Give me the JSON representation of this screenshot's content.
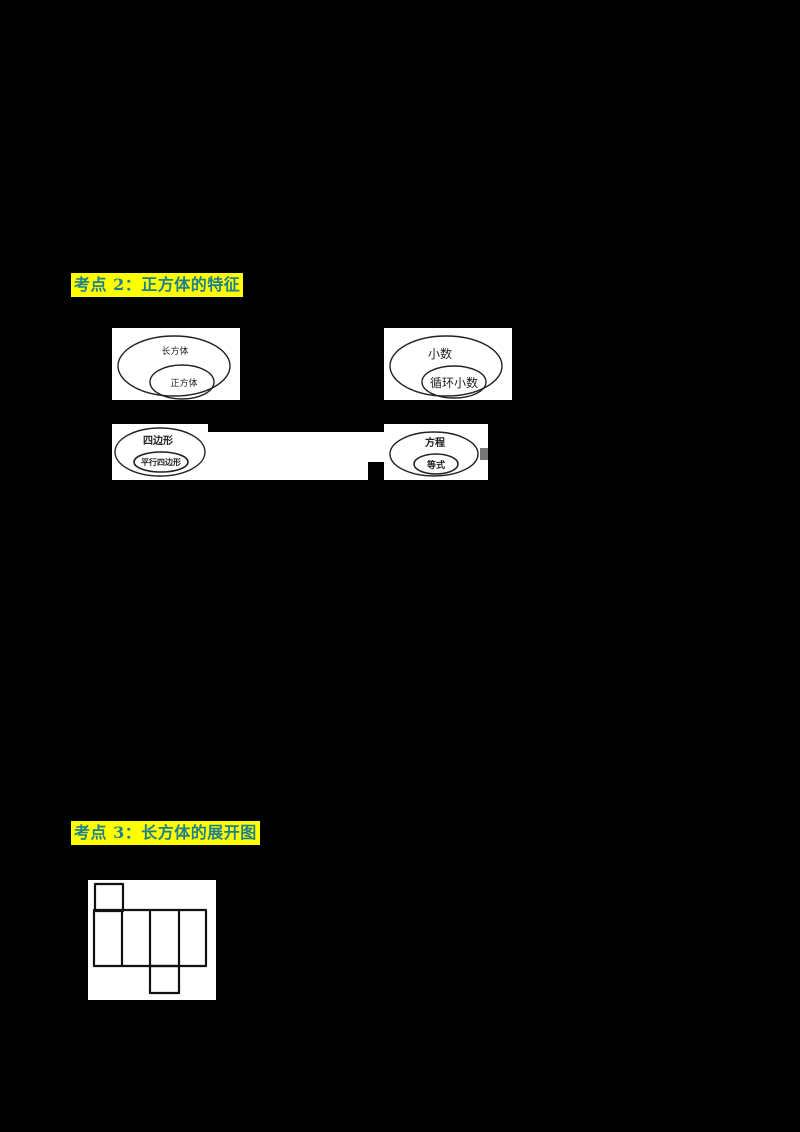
{
  "sections": [
    {
      "heading": "考点 2：正方体的特征",
      "figures": [
        {
          "outer": "长方体",
          "inner": "正方体"
        },
        {
          "outer": "小数",
          "inner": "循环小数"
        },
        {
          "outer": "四边形",
          "inner": "平行四边形"
        },
        {
          "outer": "方程",
          "inner": "等式"
        }
      ]
    },
    {
      "heading": "考点 3：长方体的展开图",
      "figure_caption": ""
    }
  ],
  "colors": {
    "background": "#000000",
    "heading_bg": "#ffff00",
    "heading_text": "#1f7f8c"
  }
}
